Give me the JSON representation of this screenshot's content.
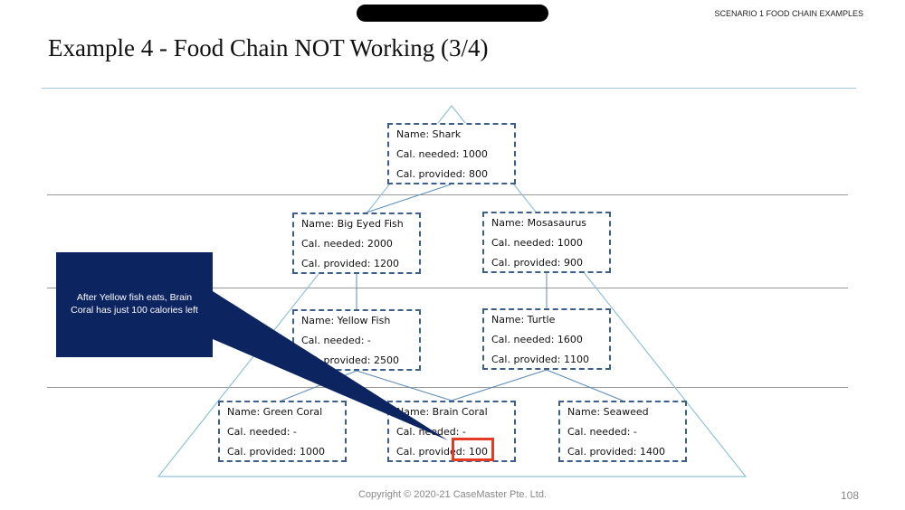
{
  "header": {
    "section_label": "SCENARIO 1 FOOD CHAIN EXAMPLES",
    "title": "Example 4 - Food Chain NOT Working (3/4)"
  },
  "nodes": {
    "shark": {
      "name": "Name: Shark",
      "needed": "Cal. needed: 1000",
      "provided": "Cal. provided: 800"
    },
    "big_eyed_fish": {
      "name": "Name: Big Eyed Fish",
      "needed": "Cal. needed: 2000",
      "provided": "Cal. provided: 1200"
    },
    "mosasaurus": {
      "name": "Name: Mosasaurus",
      "needed": "Cal. needed: 1000",
      "provided": "Cal. provided: 900"
    },
    "yellow_fish": {
      "name": "Name: Yellow Fish",
      "needed": "Cal. needed: -",
      "provided": "Cal. provided: 2500"
    },
    "turtle": {
      "name": "Name: Turtle",
      "needed": "Cal. needed: 1600",
      "provided": "Cal. provided: 1100"
    },
    "green_coral": {
      "name": "Name: Green Coral",
      "needed": "Cal. needed: -",
      "provided": "Cal. provided: 1000"
    },
    "brain_coral": {
      "name": "Name: Brain Coral",
      "needed": "Cal. needed: -",
      "provided": "Cal. provided: 100"
    },
    "seaweed": {
      "name": "Name: Seaweed",
      "needed": "Cal. needed: -",
      "provided": "Cal. provided: 1400"
    }
  },
  "callout": {
    "line1": "After Yellow fish eats, Brain",
    "line2": "Coral has just 100 calories left"
  },
  "footer": {
    "copyright": "Copyright © 2020-21 CaseMaster Pte. Ltd.",
    "page_number": "108"
  },
  "colors": {
    "callout_bg": "#0c2460",
    "highlight": "#e53a23",
    "node_border": "#3b5f8a",
    "triangle": "#8fc3d6"
  }
}
